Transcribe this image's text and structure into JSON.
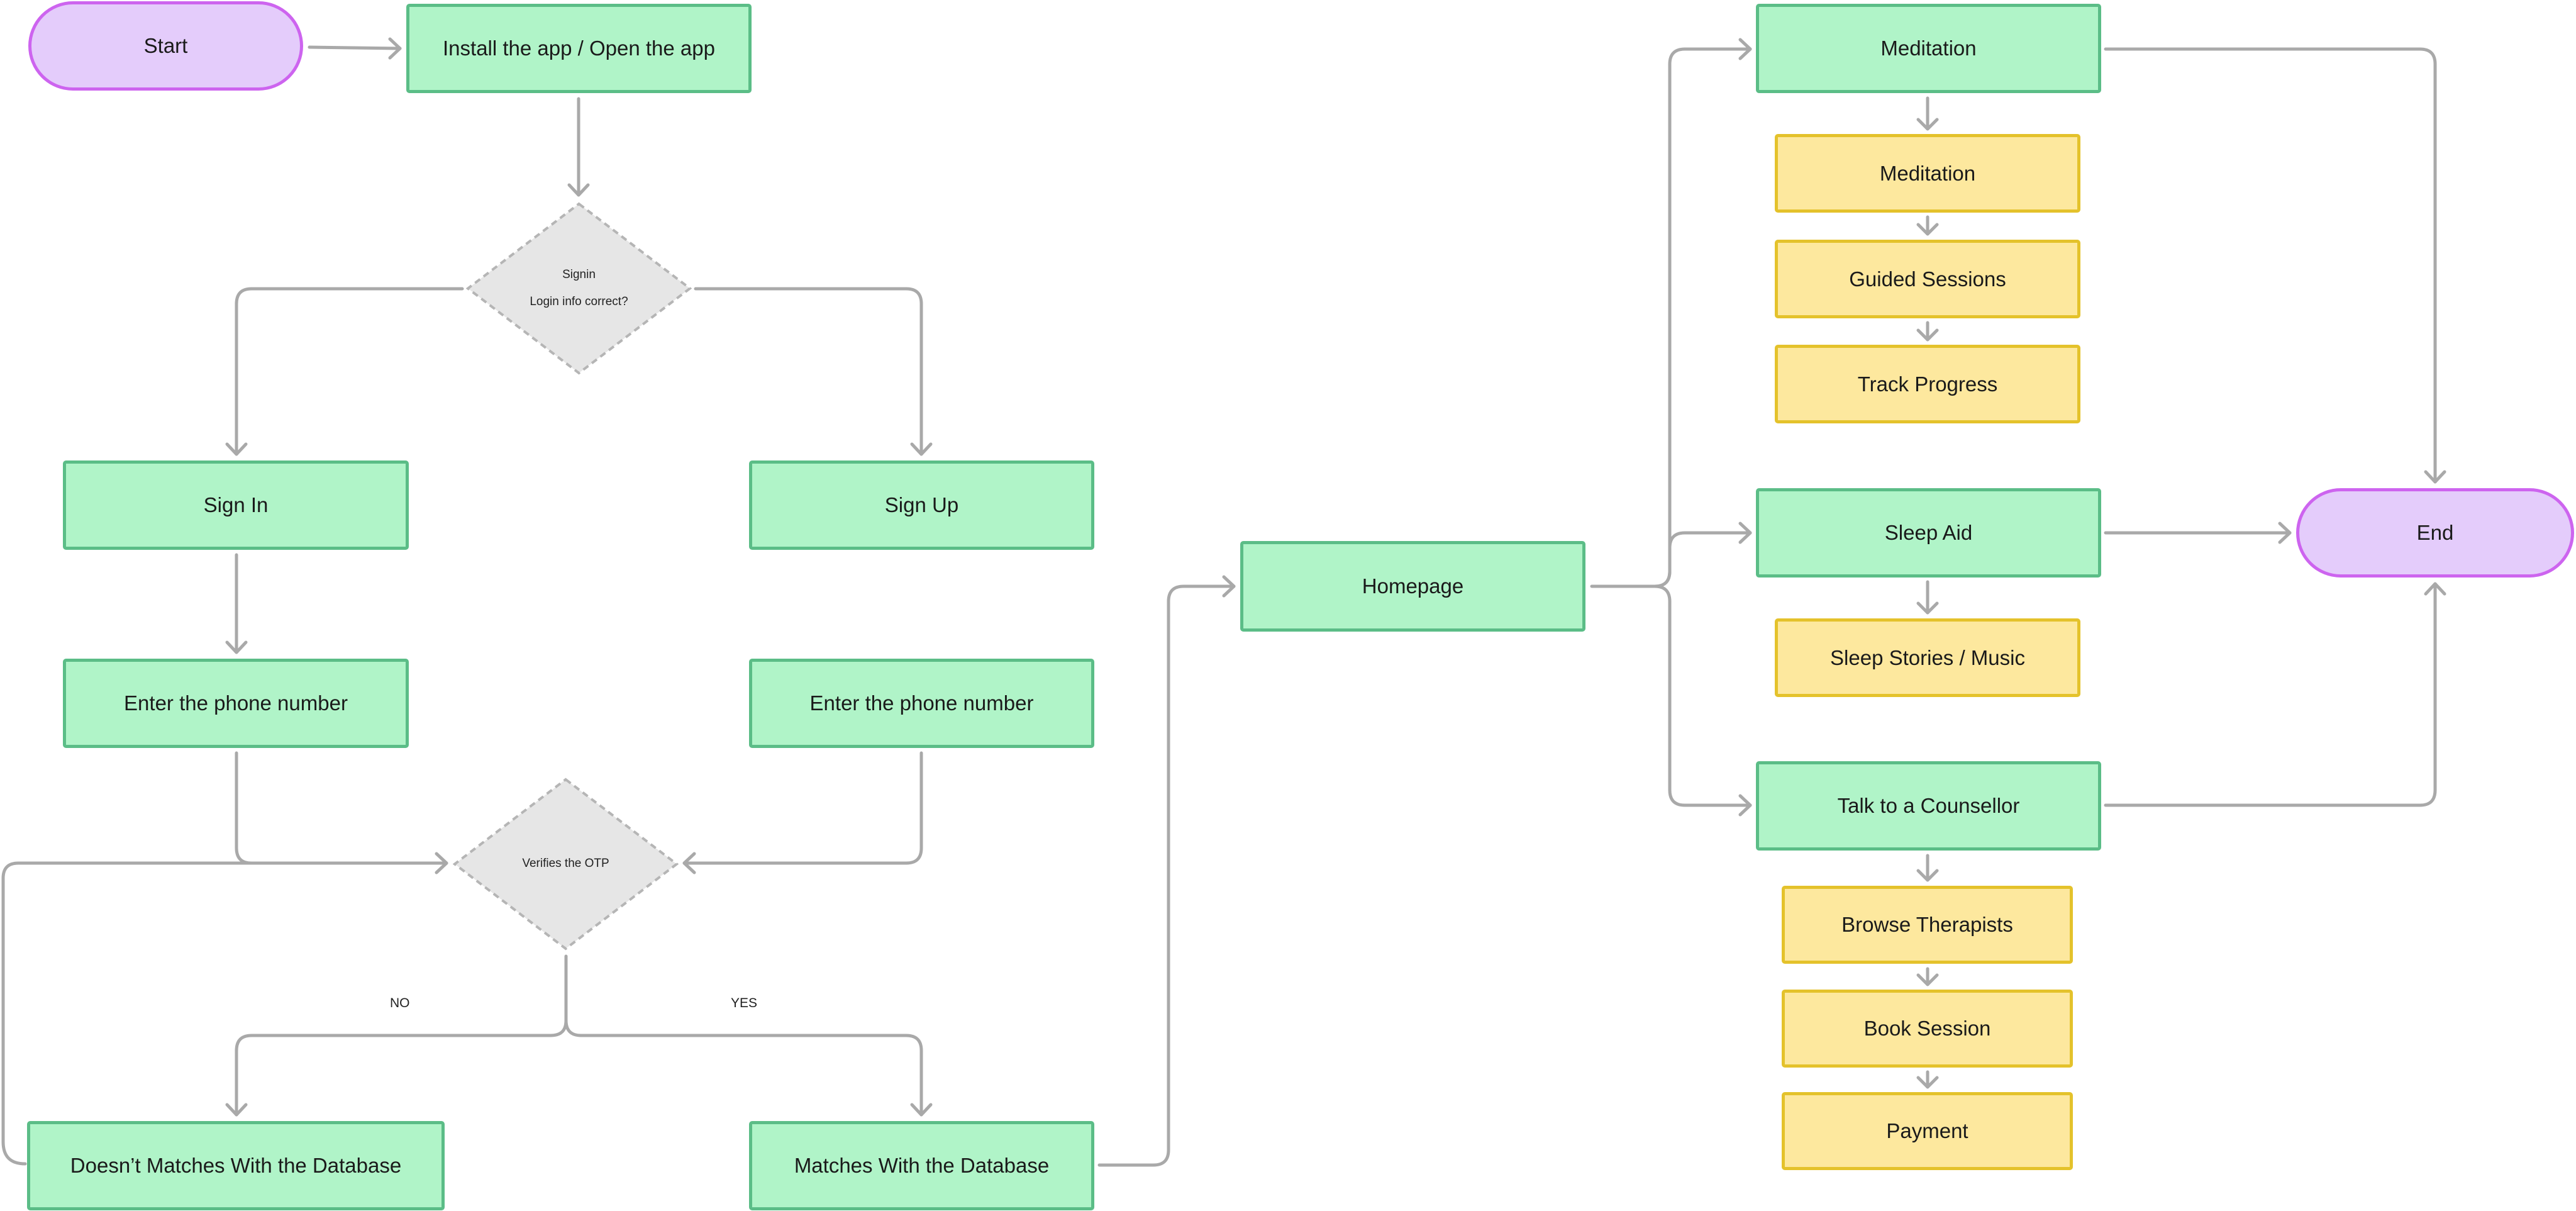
{
  "flow": {
    "start": "Start",
    "install": "Install the app / Open the app",
    "signin_decision": {
      "line1": "Signin",
      "line2": "Login info correct?"
    },
    "sign_in": "Sign In",
    "sign_up": "Sign Up",
    "phone_left": "Enter the phone number",
    "phone_right": "Enter the phone number",
    "otp_decision": "Verifies the OTP",
    "no_label": "NO",
    "yes_label": "YES",
    "no_match": "Doesn’t Matches With the Database",
    "match": "Matches With the Database",
    "homepage": "Homepage",
    "meditation": "Meditation",
    "meditation_sub": [
      "Meditation",
      "Guided Sessions",
      "Track Progress"
    ],
    "sleep_aid": "Sleep Aid",
    "sleep_sub": [
      "Sleep Stories / Music"
    ],
    "counsellor": "Talk to a Counsellor",
    "counsellor_sub": [
      "Browse Therapists",
      "Book Session",
      "Payment"
    ],
    "end": "End"
  },
  "colors": {
    "process_fill": "#b0f4c8",
    "process_border": "#5bbd87",
    "sub_fill": "#fde89e",
    "sub_border": "#e4c22b",
    "terminal_fill": "#e4ccfb",
    "terminal_border": "#cd64ef",
    "decision_fill": "#e6e6e6",
    "decision_border": "#b5b5b5",
    "connector": "#a9a9a9"
  }
}
